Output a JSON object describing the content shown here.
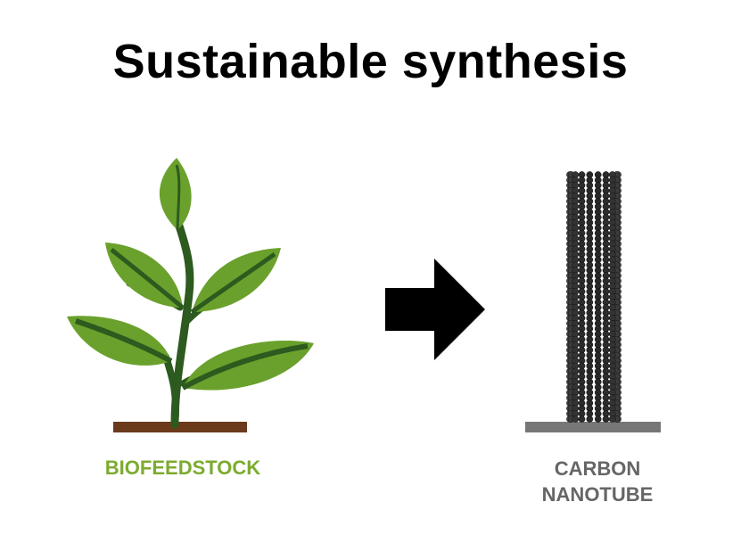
{
  "title": "Sustainable synthesis",
  "left": {
    "label": "BIOFEEDSTOCK",
    "color": "#7cab2e",
    "icon": "plant-icon"
  },
  "arrow": {
    "icon": "right-arrow-icon",
    "color": "#000000"
  },
  "right": {
    "label_line1": "CARBON",
    "label_line2": "NANOTUBE",
    "color": "#666666",
    "icon": "nanotube-icon"
  },
  "colors": {
    "leaf_light": "#6aa12c",
    "leaf_dark": "#2d5a1f",
    "soil": "#6b3a1c",
    "substrate": "#777777",
    "atom": "#3a3a3a"
  }
}
